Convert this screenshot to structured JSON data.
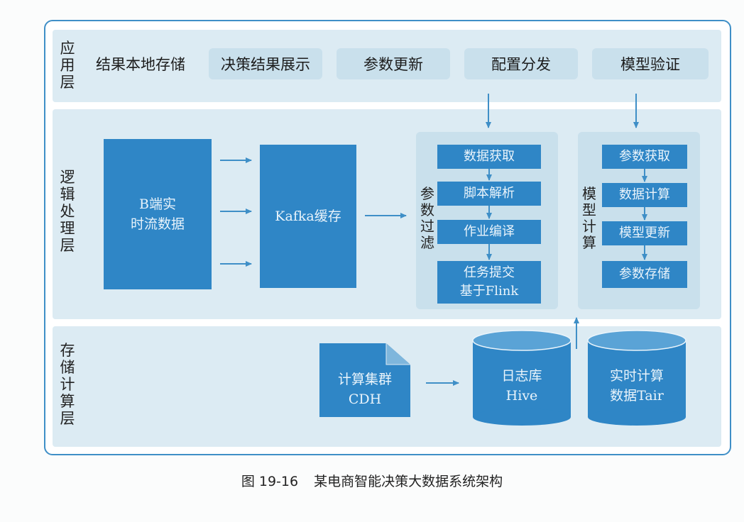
{
  "app_layer": {
    "label": "应\n用\n层",
    "items": [
      "结果本地存储",
      "决策结果展示",
      "参数更新",
      "配置分发",
      "模型验证"
    ]
  },
  "logic_layer": {
    "label": "逻\n辑\n处\n理\n层",
    "source_box": "B端实\n时流数据",
    "kafka_box": "Kafka缓存",
    "param_filter": {
      "label": "参\n数\n过\n滤",
      "steps": [
        "数据获取",
        "脚本解析",
        "作业编译",
        "任务提交\n基于Flink"
      ]
    },
    "model_compute": {
      "label": "模\n型\n计\n算",
      "steps": [
        "参数获取",
        "数据计算",
        "模型更新",
        "参数存储"
      ]
    }
  },
  "storage_layer": {
    "label": "存\n储\n计\n算\n层",
    "cluster": "计算集群\nCDH",
    "log_db": "日志库\nHive",
    "realtime_db": "实时计算\n数据Tair"
  },
  "caption": {
    "number": "图 19-16",
    "title": "某电商智能决策大数据系统架构"
  },
  "colors": {
    "frame": "#3f8fc7",
    "layer_bg": "#dcebf3",
    "panel_bg": "#c9e0ec",
    "box_blue": "#2f86c6"
  }
}
